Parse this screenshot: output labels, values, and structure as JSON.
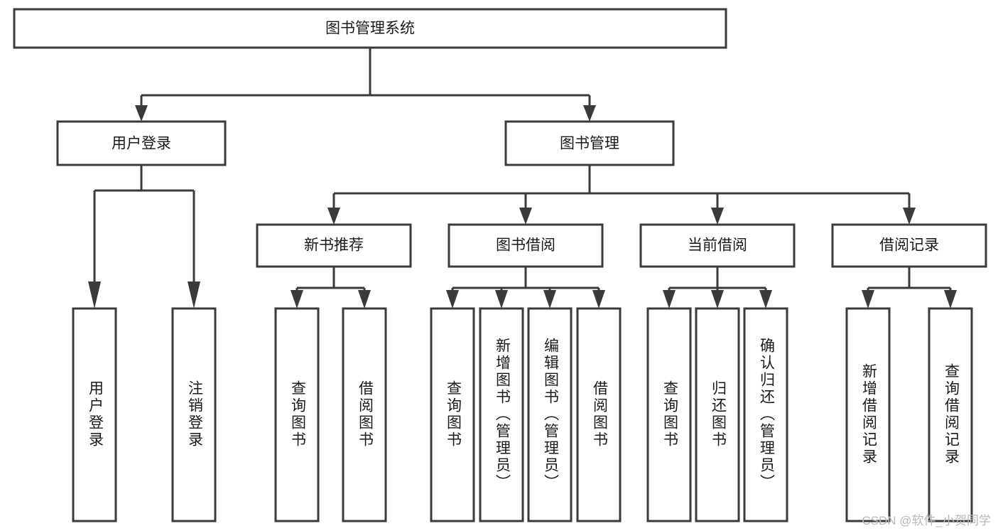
{
  "diagram": {
    "title": "图书管理系统",
    "type": "tree",
    "watermark": "CSDN @软件_小贺同学",
    "colors": {
      "stroke": "#3a3a3a",
      "fill": "#ffffff",
      "text": "#1a1a1a",
      "watermark": "#b9b9b9",
      "background": "#ffffff"
    },
    "levels": {
      "root": {
        "label": "图书管理系统"
      },
      "level2": [
        {
          "id": "user-login",
          "label": "用户登录"
        },
        {
          "id": "book-management",
          "label": "图书管理"
        }
      ],
      "level3": [
        {
          "id": "new-book-recommend",
          "label": "新书推荐",
          "parent": "book-management"
        },
        {
          "id": "book-borrow",
          "label": "图书借阅",
          "parent": "book-management"
        },
        {
          "id": "current-borrow",
          "label": "当前借阅",
          "parent": "book-management"
        },
        {
          "id": "borrow-record",
          "label": "借阅记录",
          "parent": "book-management"
        }
      ],
      "leaves": [
        {
          "id": "leaf-user-login",
          "label": "用户登录",
          "parent": "user-login"
        },
        {
          "id": "leaf-logout",
          "label": "注销登录",
          "parent": "user-login"
        },
        {
          "id": "leaf-query-book-1",
          "label": "查询图书",
          "parent": "new-book-recommend"
        },
        {
          "id": "leaf-borrow-book-1",
          "label": "借阅图书",
          "parent": "new-book-recommend"
        },
        {
          "id": "leaf-query-book-2",
          "label": "查询图书",
          "parent": "book-borrow"
        },
        {
          "id": "leaf-add-book",
          "label": "新增图书（管理员）",
          "parent": "book-borrow"
        },
        {
          "id": "leaf-edit-book",
          "label": "编辑图书（管理员）",
          "parent": "book-borrow"
        },
        {
          "id": "leaf-borrow-book-2",
          "label": "借阅图书",
          "parent": "book-borrow"
        },
        {
          "id": "leaf-query-book-3",
          "label": "查询图书",
          "parent": "current-borrow"
        },
        {
          "id": "leaf-return-book",
          "label": "归还图书",
          "parent": "current-borrow"
        },
        {
          "id": "leaf-confirm-return",
          "label": "确认归还（管理员）",
          "parent": "current-borrow"
        },
        {
          "id": "leaf-add-record",
          "label": "新增借阅记录",
          "parent": "borrow-record"
        },
        {
          "id": "leaf-query-record",
          "label": "查询借阅记录",
          "parent": "borrow-record"
        }
      ]
    }
  }
}
